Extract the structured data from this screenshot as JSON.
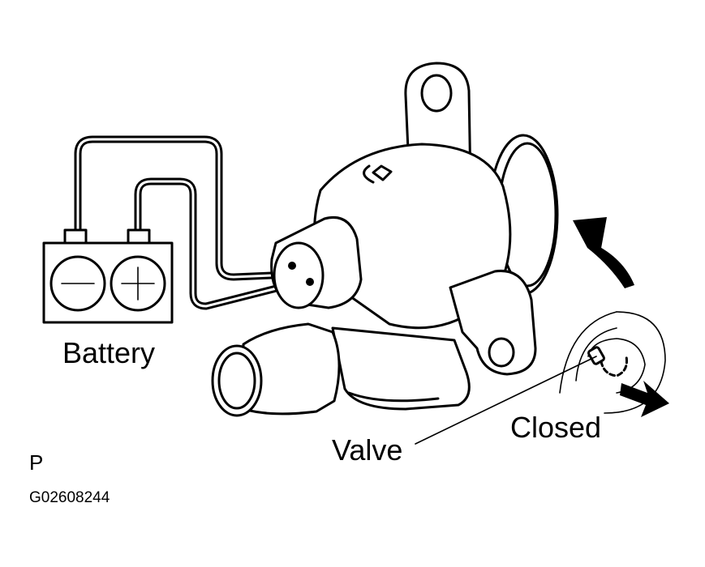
{
  "labels": {
    "battery": "Battery",
    "valve": "Valve",
    "closed": "Closed",
    "page_mark": "P",
    "figure_code": "G02608244"
  },
  "battery_terminals": {
    "negative_symbol": "−",
    "positive_symbol": "+"
  },
  "colors": {
    "ink": "#000000",
    "paper": "#ffffff"
  }
}
